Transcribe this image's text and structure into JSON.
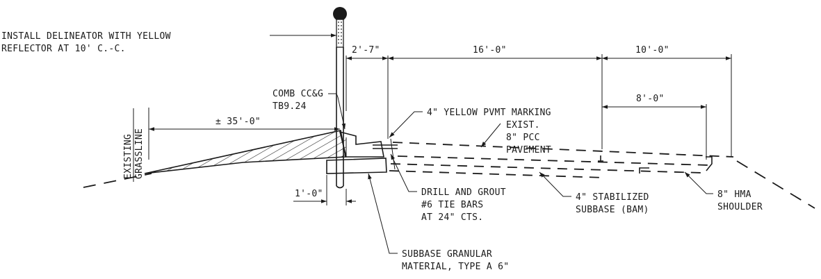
{
  "labels": {
    "delineator_1": "INSTALL DELINEATOR WITH YELLOW",
    "delineator_2": "REFLECTOR AT 10' C.-C.",
    "comb_1": "COMB CC&G",
    "comb_2": "TB9.24",
    "marking": "4\" YELLOW PVMT MARKING",
    "exist_1": "EXIST.",
    "exist_2": "8\" PCC",
    "exist_3": "PAVEMENT",
    "grassline_1": "EXISTING",
    "grassline_2": "GRASSLINE",
    "drill_1": "DRILL AND GROUT",
    "drill_2": "#6 TIE BARS",
    "drill_3": "AT 24\" CTS.",
    "subbase_1": "4\" STABILIZED",
    "subbase_2": "SUBBASE (BAM)",
    "hma_1": "8\" HMA",
    "hma_2": "SHOULDER",
    "granular_1": "SUBBASE GRANULAR",
    "granular_2": "MATERIAL, TYPE A 6\""
  },
  "dimensions": {
    "d_2_7": "2'-7\"",
    "d_16_0": "16'-0\"",
    "d_10_0": "10'-0\"",
    "d_8_0": "8'-0\"",
    "d_35_0": "± 35'-0\"",
    "d_1_0": "1'-0\""
  }
}
